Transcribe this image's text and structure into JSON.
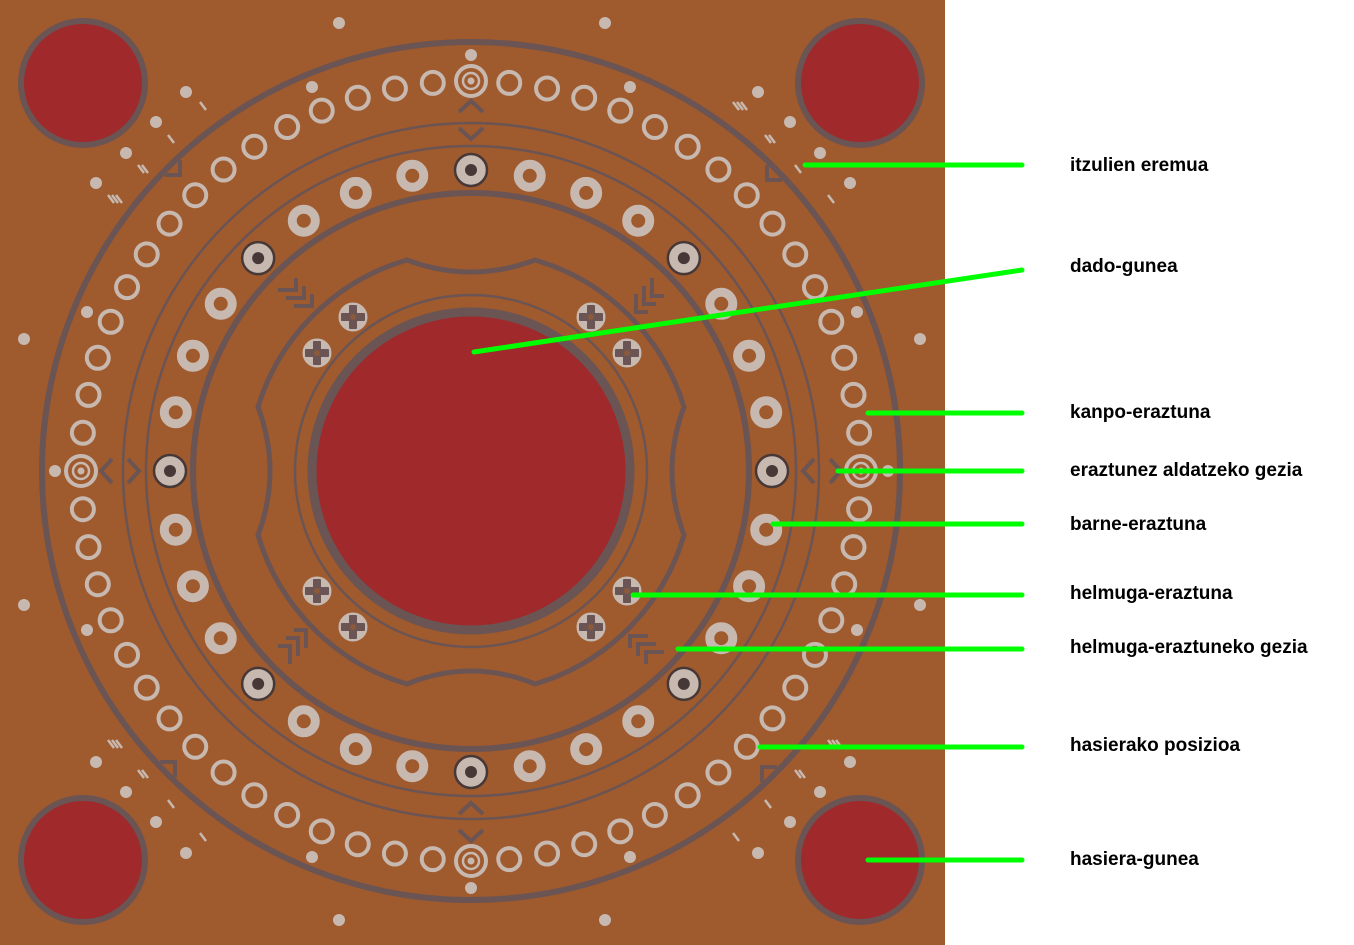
{
  "colors": {
    "board": "#9f5a2d",
    "line": "#6b5454",
    "red": "#a0292b",
    "light": "#c7b8b0",
    "dark": "#473838",
    "pointer": "#00ff00"
  },
  "labels": [
    {
      "id": "itzulien-eremua",
      "text": "itzulien eremua"
    },
    {
      "id": "dado-gunea",
      "text": "dado-gunea"
    },
    {
      "id": "kanpo-eraztuna",
      "text": "kanpo-eraztuna"
    },
    {
      "id": "eraztunez-aldatzeko-gezia",
      "text": "eraztunez aldatzeko gezia"
    },
    {
      "id": "barne-eraztuna",
      "text": "barne-eraztuna"
    },
    {
      "id": "helmuga-eraztuna",
      "text": "helmuga-eraztuna"
    },
    {
      "id": "helmuga-eraztuneko-gezia",
      "text": "helmuga-eraztuneko gezia"
    },
    {
      "id": "hasierako-posizioa",
      "text": "hasierako posizioa"
    },
    {
      "id": "hasiera-gunea",
      "text": "hasiera-gunea"
    }
  ]
}
